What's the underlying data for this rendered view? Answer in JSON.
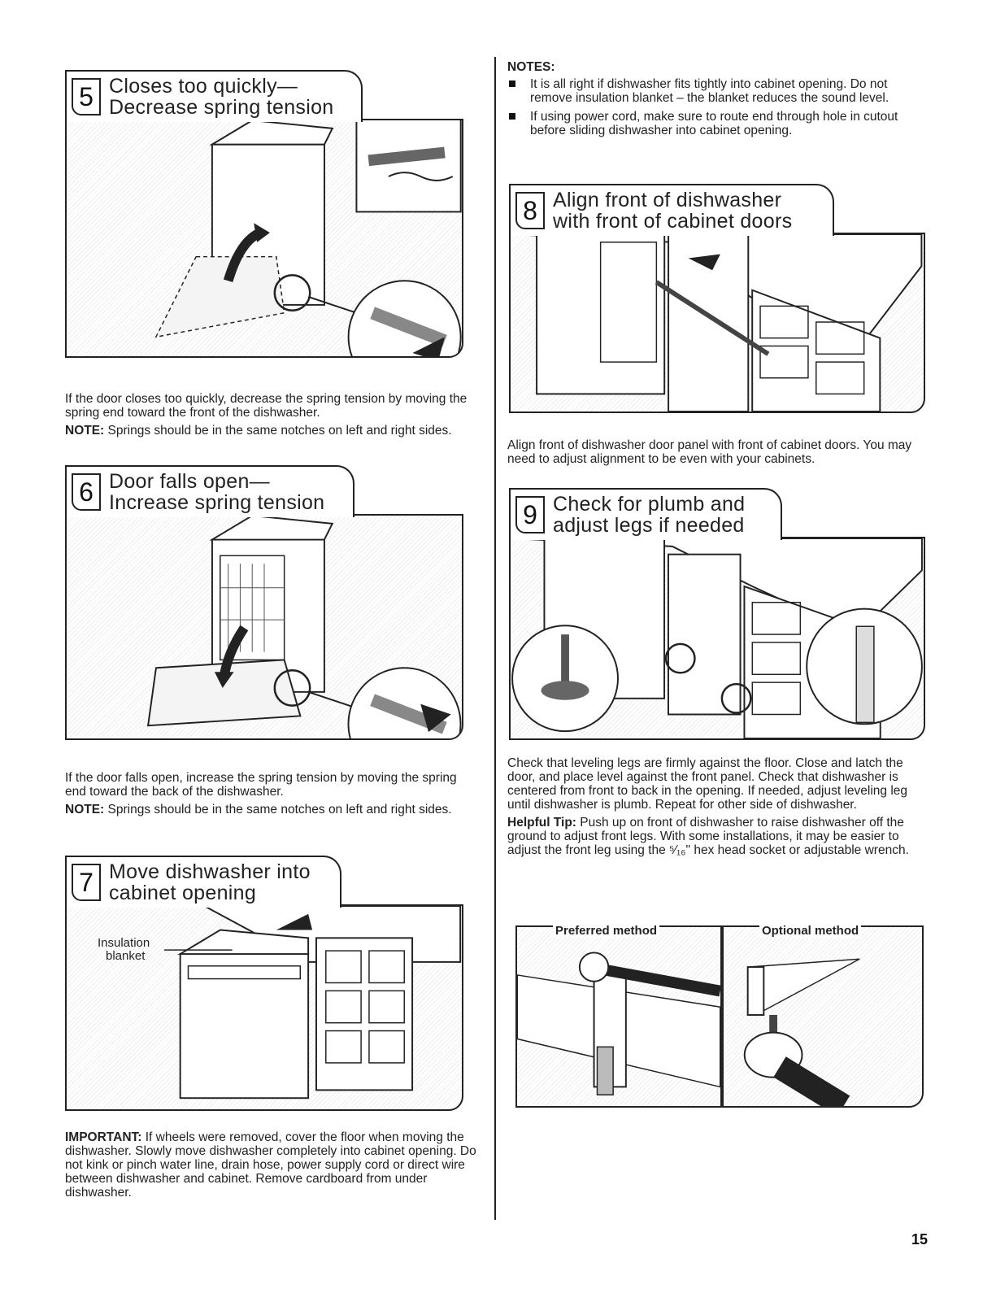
{
  "notes": {
    "title": "NOTES:",
    "items": [
      "It is all right if dishwasher fits tightly into cabinet opening. Do not remove insulation blanket – the blanket reduces the sound level.",
      "If using power cord, make sure to route end through hole in cutout before sliding dishwasher into cabinet opening."
    ]
  },
  "step5": {
    "number": "5",
    "title_line1": "Closes too quickly—",
    "title_line2": "Decrease spring tension",
    "text": "If the door closes too quickly, decrease the spring tension by moving the spring end toward the front of the dishwasher.",
    "note_label": "NOTE:",
    "note_text": " Springs should be in the same notches on left and right sides."
  },
  "step6": {
    "number": "6",
    "title_line1": "Door falls open—",
    "title_line2": "Increase spring tension",
    "text": "If the door falls open, increase the spring tension by moving the spring end toward the back of the dishwasher.",
    "note_label": "NOTE:",
    "note_text": " Springs should be in the same notches on left and right sides."
  },
  "step7": {
    "number": "7",
    "title_line1": "Move dishwasher into",
    "title_line2": "cabinet opening",
    "callout_line1": "Insulation",
    "callout_line2": "blanket",
    "important_label": "IMPORTANT:",
    "important_text": " If wheels were removed, cover the floor when moving the dishwasher. Slowly move dishwasher completely into cabinet opening. Do not kink or pinch water line, drain hose, power supply cord or direct wire between dishwasher and cabinet. Remove cardboard from under dishwasher."
  },
  "step8": {
    "number": "8",
    "title_line1": "Align front of dishwasher",
    "title_line2": "with front of cabinet doors",
    "text": "Align front of dishwasher door panel with front of cabinet doors. You may need to adjust alignment to be even with your cabinets."
  },
  "step9": {
    "number": "9",
    "title_line1": "Check for plumb and",
    "title_line2": "adjust legs if needed",
    "text": "Check that leveling legs are firmly against the floor. Close and latch the door, and place level against the front panel. Check that dishwasher is centered from front to back in the opening. If needed, adjust leveling leg until dishwasher is plumb. Repeat for other side of dishwasher.",
    "tip_label": "Helpful Tip:",
    "tip_text": " Push up on front of dishwasher to raise dishwasher off the ground to adjust front legs. With some installations, it may be easier to adjust the front leg using the ⁵⁄₁₆\" hex head socket or adjustable wrench.",
    "preferred": "Preferred method",
    "optional": "Optional method"
  },
  "page_number": "15",
  "colors": {
    "ink": "#222222",
    "hatch": "#eeeeee"
  }
}
